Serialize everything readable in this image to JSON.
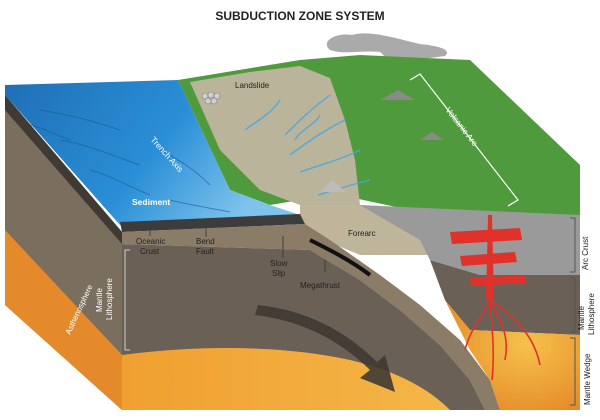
{
  "title": "SUBDUCTION ZONE SYSTEM",
  "labels": {
    "landslide": "Landslide",
    "trench_axis": "Trench Axis",
    "volcanic_arc": "Volcanic Arc",
    "sediment": "Sediment",
    "forearc": "Forearc",
    "oceanic_crust_1": "Oceanic",
    "oceanic_crust_2": "Crust",
    "bend_fault_1": "Bend",
    "bend_fault_2": "Fault",
    "slow_slip_1": "Slow",
    "slow_slip_2": "Slip",
    "megathrust": "Megathrust",
    "mantle_lithosphere_left_1": "Mantle",
    "mantle_lithosphere_left_2": "Lithosphere",
    "asthenosphere": "Asthenosphere",
    "arc_crust": "Arc Crust",
    "mantle_lithosphere_right_1": "Mantle",
    "mantle_lithosphere_right_2": "Lithosphere",
    "mantle_wedge": "Mantle Wedge"
  },
  "colors": {
    "ocean": "#2a8fd6",
    "ocean_deep": "#1f6fb5",
    "land": "#4f9a3c",
    "forearc_land": "#b9b49a",
    "crust_side": "#7a6e5e",
    "mantle_lith": "#6b6055",
    "asthenosphere": "#e58a2a",
    "magma": "#e0322a",
    "mantle_wedge": "#f0a030",
    "arc_crust": "#9a9a9a"
  }
}
